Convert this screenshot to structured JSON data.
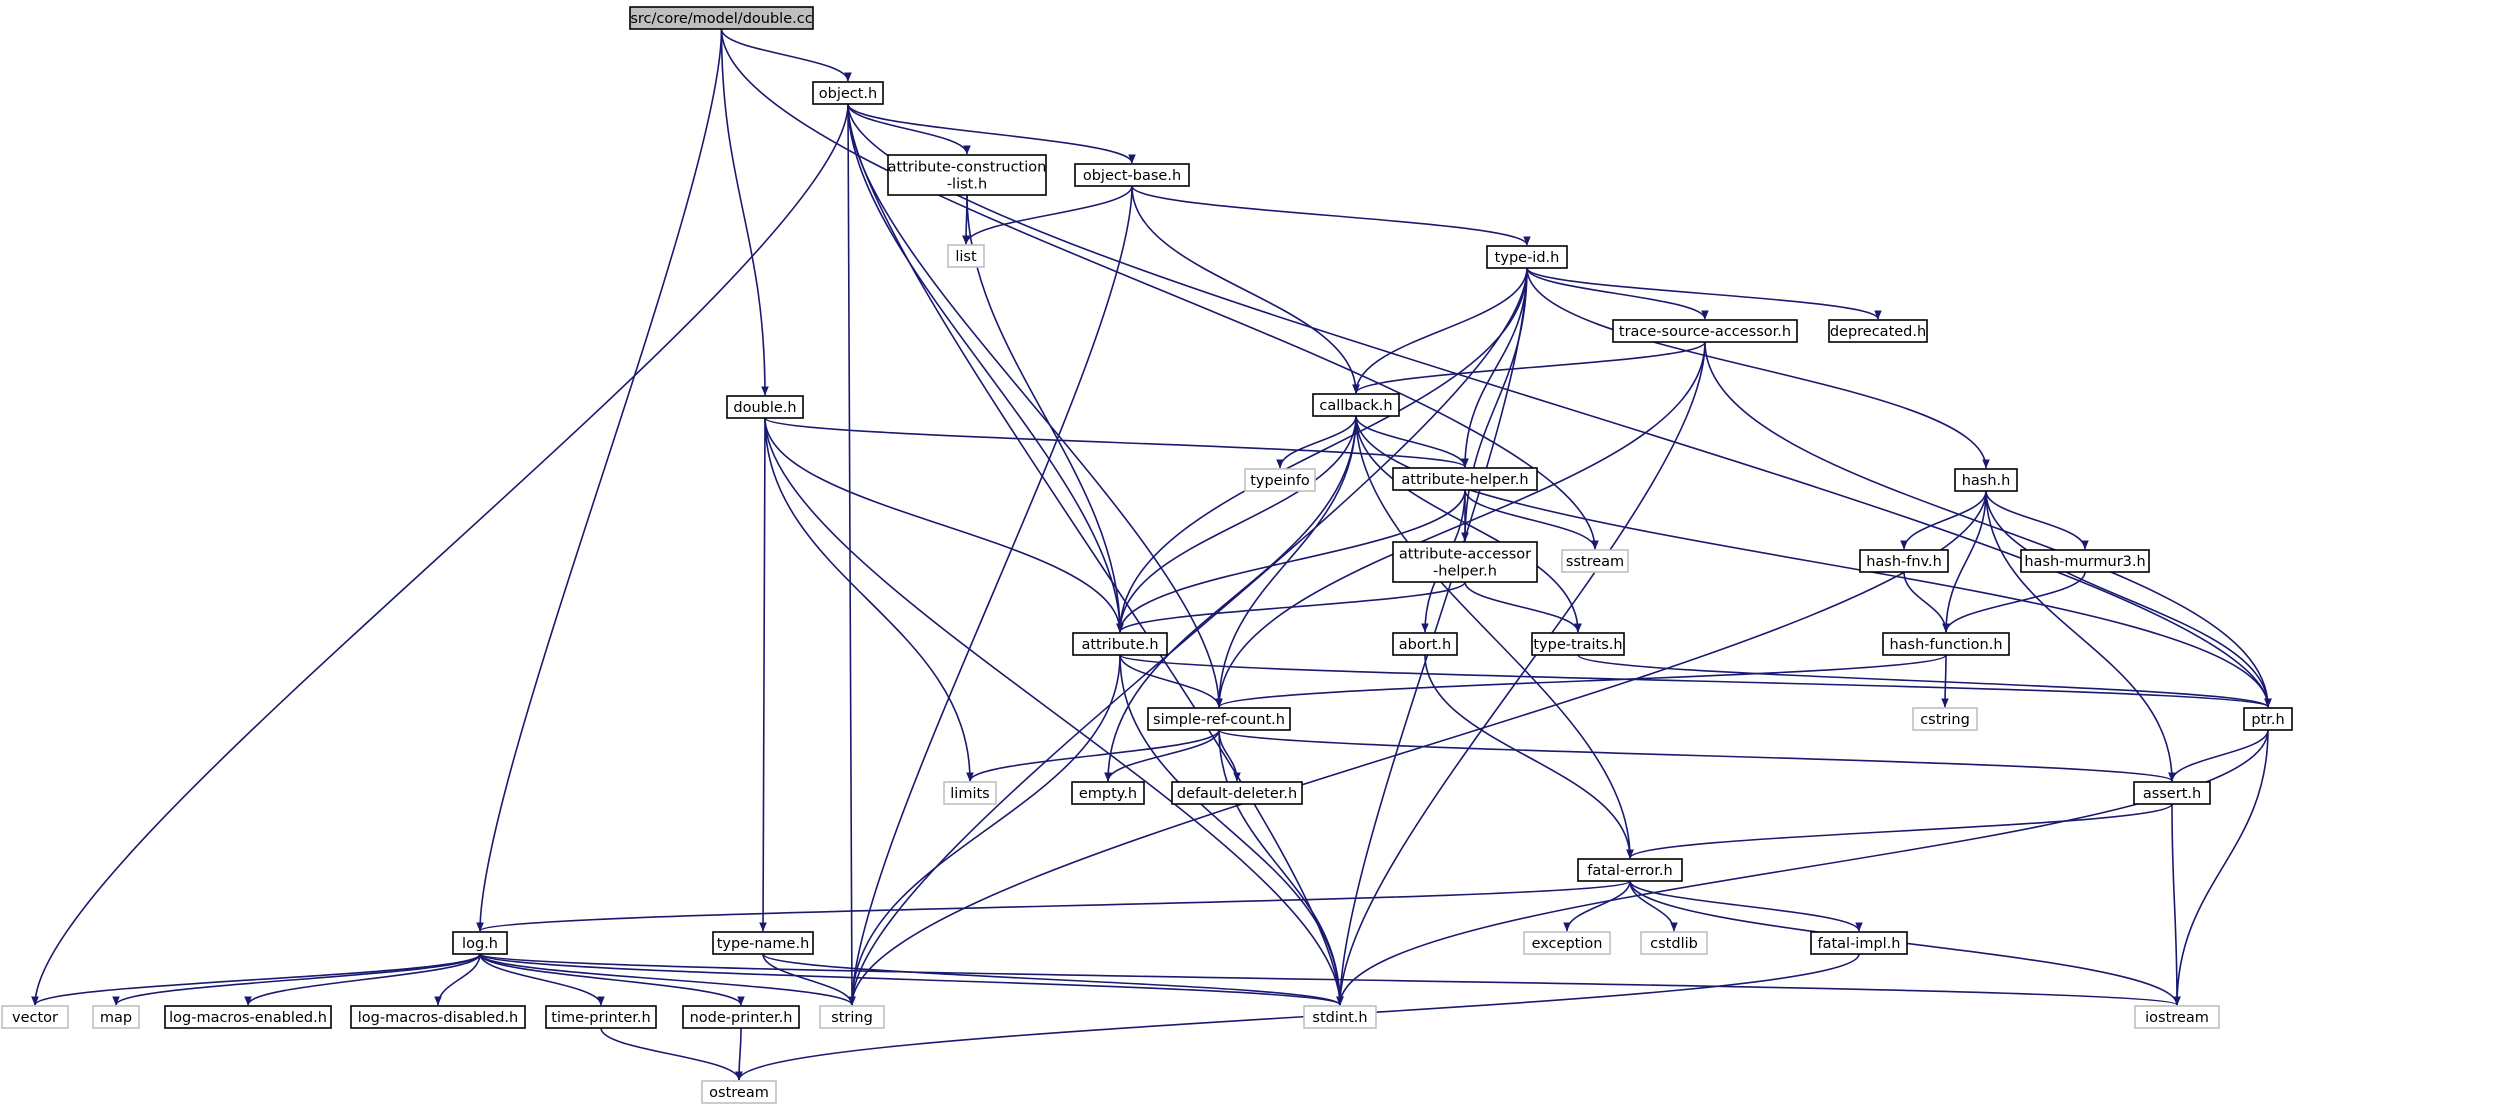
{
  "title": "src/core/model/double.cc",
  "colors": {
    "edge": "#191970",
    "node_border": "#000000",
    "system_border": "#bfbfbf",
    "root_fill": "#bfbfbf",
    "node_fill": "#ffffff",
    "text": "#000000"
  },
  "nodes": [
    {
      "id": "double-cc",
      "label": "src/core/model/double.cc",
      "kind": "root"
    },
    {
      "id": "object-h",
      "label": "object.h",
      "kind": "file"
    },
    {
      "id": "attribute-construction-list-h",
      "label": "attribute-construction\n-list.h",
      "kind": "file"
    },
    {
      "id": "object-base-h",
      "label": "object-base.h",
      "kind": "file"
    },
    {
      "id": "list",
      "label": "list",
      "kind": "system"
    },
    {
      "id": "type-id-h",
      "label": "type-id.h",
      "kind": "file"
    },
    {
      "id": "trace-source-accessor-h",
      "label": "trace-source-accessor.h",
      "kind": "file"
    },
    {
      "id": "deprecated-h",
      "label": "deprecated.h",
      "kind": "file"
    },
    {
      "id": "double-h",
      "label": "double.h",
      "kind": "file"
    },
    {
      "id": "callback-h",
      "label": "callback.h",
      "kind": "file"
    },
    {
      "id": "typeinfo",
      "label": "typeinfo",
      "kind": "system"
    },
    {
      "id": "attribute-helper-h",
      "label": "attribute-helper.h",
      "kind": "file"
    },
    {
      "id": "sstream",
      "label": "sstream",
      "kind": "system"
    },
    {
      "id": "hash-h",
      "label": "hash.h",
      "kind": "file"
    },
    {
      "id": "attribute-accessor-helper-h",
      "label": "attribute-accessor\n-helper.h",
      "kind": "file"
    },
    {
      "id": "hash-fnv-h",
      "label": "hash-fnv.h",
      "kind": "file"
    },
    {
      "id": "hash-murmur3-h",
      "label": "hash-murmur3.h",
      "kind": "file"
    },
    {
      "id": "abort-h",
      "label": "abort.h",
      "kind": "file"
    },
    {
      "id": "type-traits-h",
      "label": "type-traits.h",
      "kind": "file"
    },
    {
      "id": "attribute-h",
      "label": "attribute.h",
      "kind": "file"
    },
    {
      "id": "hash-function-h",
      "label": "hash-function.h",
      "kind": "file"
    },
    {
      "id": "simple-ref-count-h",
      "label": "simple-ref-count.h",
      "kind": "file"
    },
    {
      "id": "cstring",
      "label": "cstring",
      "kind": "system"
    },
    {
      "id": "ptr-h",
      "label": "ptr.h",
      "kind": "file"
    },
    {
      "id": "limits",
      "label": "limits",
      "kind": "system"
    },
    {
      "id": "empty-h",
      "label": "empty.h",
      "kind": "file"
    },
    {
      "id": "default-deleter-h",
      "label": "default-deleter.h",
      "kind": "file"
    },
    {
      "id": "assert-h",
      "label": "assert.h",
      "kind": "file"
    },
    {
      "id": "fatal-error-h",
      "label": "fatal-error.h",
      "kind": "file"
    },
    {
      "id": "exception",
      "label": "exception",
      "kind": "system"
    },
    {
      "id": "cstdlib",
      "label": "cstdlib",
      "kind": "system"
    },
    {
      "id": "fatal-impl-h",
      "label": "fatal-impl.h",
      "kind": "file"
    },
    {
      "id": "log-h",
      "label": "log.h",
      "kind": "file"
    },
    {
      "id": "type-name-h",
      "label": "type-name.h",
      "kind": "file"
    },
    {
      "id": "vector",
      "label": "vector",
      "kind": "system"
    },
    {
      "id": "map",
      "label": "map",
      "kind": "system"
    },
    {
      "id": "log-macros-enabled-h",
      "label": "log-macros-enabled.h",
      "kind": "file"
    },
    {
      "id": "log-macros-disabled-h",
      "label": "log-macros-disabled.h",
      "kind": "file"
    },
    {
      "id": "time-printer-h",
      "label": "time-printer.h",
      "kind": "file"
    },
    {
      "id": "node-printer-h",
      "label": "node-printer.h",
      "kind": "file"
    },
    {
      "id": "string",
      "label": "string",
      "kind": "system"
    },
    {
      "id": "stdint-h",
      "label": "stdint.h",
      "kind": "system"
    },
    {
      "id": "iostream",
      "label": "iostream",
      "kind": "system"
    },
    {
      "id": "ostream",
      "label": "ostream",
      "kind": "system"
    }
  ],
  "edges": [
    [
      "double-cc",
      "object-h"
    ],
    [
      "double-cc",
      "double-h"
    ],
    [
      "double-cc",
      "log-h"
    ],
    [
      "double-cc",
      "sstream"
    ],
    [
      "object-h",
      "attribute-construction-list-h"
    ],
    [
      "object-h",
      "object-base-h"
    ],
    [
      "object-h",
      "ptr-h"
    ],
    [
      "object-h",
      "attribute-h"
    ],
    [
      "object-h",
      "simple-ref-count-h"
    ],
    [
      "object-h",
      "vector"
    ],
    [
      "object-h",
      "string"
    ],
    [
      "object-h",
      "stdint-h"
    ],
    [
      "attribute-construction-list-h",
      "list"
    ],
    [
      "attribute-construction-list-h",
      "attribute-h"
    ],
    [
      "object-base-h",
      "list"
    ],
    [
      "object-base-h",
      "type-id-h"
    ],
    [
      "object-base-h",
      "callback-h"
    ],
    [
      "object-base-h",
      "string"
    ],
    [
      "type-id-h",
      "trace-source-accessor-h"
    ],
    [
      "type-id-h",
      "deprecated-h"
    ],
    [
      "type-id-h",
      "callback-h"
    ],
    [
      "type-id-h",
      "attribute-helper-h"
    ],
    [
      "type-id-h",
      "attribute-accessor-helper-h"
    ],
    [
      "type-id-h",
      "hash-h"
    ],
    [
      "type-id-h",
      "attribute-h"
    ],
    [
      "type-id-h",
      "string"
    ],
    [
      "type-id-h",
      "stdint-h"
    ],
    [
      "trace-source-accessor-h",
      "callback-h"
    ],
    [
      "trace-source-accessor-h",
      "ptr-h"
    ],
    [
      "trace-source-accessor-h",
      "simple-ref-count-h"
    ],
    [
      "trace-source-accessor-h",
      "stdint-h"
    ],
    [
      "double-h",
      "attribute-helper-h"
    ],
    [
      "double-h",
      "attribute-h"
    ],
    [
      "double-h",
      "limits"
    ],
    [
      "double-h",
      "type-name-h"
    ],
    [
      "double-h",
      "stdint-h"
    ],
    [
      "callback-h",
      "typeinfo"
    ],
    [
      "callback-h",
      "attribute-helper-h"
    ],
    [
      "callback-h",
      "attribute-h"
    ],
    [
      "callback-h",
      "ptr-h"
    ],
    [
      "callback-h",
      "type-traits-h"
    ],
    [
      "callback-h",
      "simple-ref-count-h"
    ],
    [
      "callback-h",
      "empty-h"
    ],
    [
      "callback-h",
      "fatal-error-h"
    ],
    [
      "attribute-helper-h",
      "sstream"
    ],
    [
      "attribute-helper-h",
      "attribute-accessor-helper-h"
    ],
    [
      "attribute-helper-h",
      "abort-h"
    ],
    [
      "attribute-helper-h",
      "attribute-h"
    ],
    [
      "attribute-accessor-helper-h",
      "attribute-h"
    ],
    [
      "attribute-accessor-helper-h",
      "type-traits-h"
    ],
    [
      "hash-h",
      "hash-fnv-h"
    ],
    [
      "hash-h",
      "hash-murmur3-h"
    ],
    [
      "hash-h",
      "hash-function-h"
    ],
    [
      "hash-h",
      "ptr-h"
    ],
    [
      "hash-h",
      "assert-h"
    ],
    [
      "hash-h",
      "string"
    ],
    [
      "hash-fnv-h",
      "hash-function-h"
    ],
    [
      "hash-murmur3-h",
      "hash-function-h"
    ],
    [
      "hash-function-h",
      "cstring"
    ],
    [
      "hash-function-h",
      "simple-ref-count-h"
    ],
    [
      "abort-h",
      "fatal-error-h"
    ],
    [
      "type-traits-h",
      "ptr-h"
    ],
    [
      "attribute-h",
      "simple-ref-count-h"
    ],
    [
      "attribute-h",
      "ptr-h"
    ],
    [
      "attribute-h",
      "string"
    ],
    [
      "attribute-h",
      "stdint-h"
    ],
    [
      "simple-ref-count-h",
      "empty-h"
    ],
    [
      "simple-ref-count-h",
      "default-deleter-h"
    ],
    [
      "simple-ref-count-h",
      "assert-h"
    ],
    [
      "simple-ref-count-h",
      "limits"
    ],
    [
      "simple-ref-count-h",
      "stdint-h"
    ],
    [
      "ptr-h",
      "assert-h"
    ],
    [
      "ptr-h",
      "iostream"
    ],
    [
      "ptr-h",
      "stdint-h"
    ],
    [
      "assert-h",
      "fatal-error-h"
    ],
    [
      "assert-h",
      "iostream"
    ],
    [
      "fatal-error-h",
      "exception"
    ],
    [
      "fatal-error-h",
      "cstdlib"
    ],
    [
      "fatal-error-h",
      "fatal-impl-h"
    ],
    [
      "fatal-error-h",
      "log-h"
    ],
    [
      "fatal-error-h",
      "iostream"
    ],
    [
      "fatal-impl-h",
      "ostream"
    ],
    [
      "log-h",
      "vector"
    ],
    [
      "log-h",
      "map"
    ],
    [
      "log-h",
      "log-macros-enabled-h"
    ],
    [
      "log-h",
      "log-macros-disabled-h"
    ],
    [
      "log-h",
      "time-printer-h"
    ],
    [
      "log-h",
      "node-printer-h"
    ],
    [
      "log-h",
      "string"
    ],
    [
      "log-h",
      "stdint-h"
    ],
    [
      "log-h",
      "iostream"
    ],
    [
      "type-name-h",
      "string"
    ],
    [
      "type-name-h",
      "stdint-h"
    ],
    [
      "time-printer-h",
      "ostream"
    ],
    [
      "node-printer-h",
      "ostream"
    ]
  ]
}
